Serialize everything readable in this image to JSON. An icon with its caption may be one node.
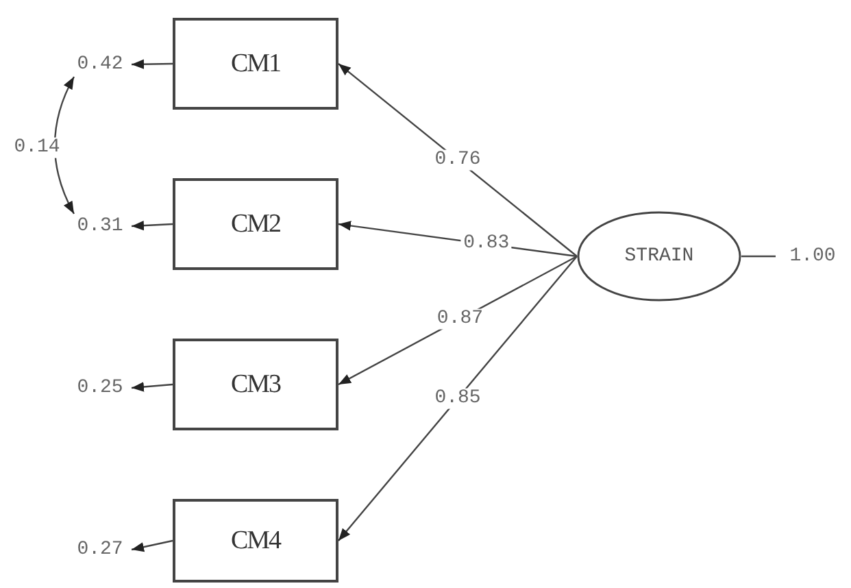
{
  "diagram": {
    "nodes": [
      {
        "text": [
          "CM1"
        ]
      },
      {
        "text": [
          "CM2"
        ]
      },
      {
        "text": [
          "CM3"
        ]
      },
      {
        "text": [
          "CM4"
        ]
      },
      {
        "text": [
          "STRAIN"
        ]
      },
      {
        "text": [
          "0.42"
        ]
      },
      {
        "text": [
          "0.31"
        ]
      },
      {
        "text": [
          "0.25"
        ]
      },
      {
        "text": [
          "0.27"
        ]
      },
      {
        "text": [
          "1.00"
        ]
      }
    ],
    "edges": [
      {
        "from": 5,
        "to": 6,
        "arrow": "both",
        "label": "0.14"
      },
      {
        "from": 0,
        "to": 5,
        "arrow": "to"
      },
      {
        "from": 1,
        "to": 6,
        "arrow": "to"
      },
      {
        "from": 2,
        "to": 7,
        "arrow": "to"
      },
      {
        "from": 3,
        "to": 8,
        "arrow": "to"
      },
      {
        "from": 4,
        "to": 0,
        "arrow": "to",
        "label": "0.76"
      },
      {
        "from": 4,
        "to": 1,
        "arrow": "to",
        "label": "0.83"
      },
      {
        "from": 4,
        "to": 2,
        "arrow": "to",
        "label": "0.87"
      },
      {
        "from": 4,
        "to": 3,
        "arrow": "to",
        "label": "0.85"
      },
      {
        "from": 4,
        "to": 9,
        "arrow": "none"
      }
    ]
  }
}
